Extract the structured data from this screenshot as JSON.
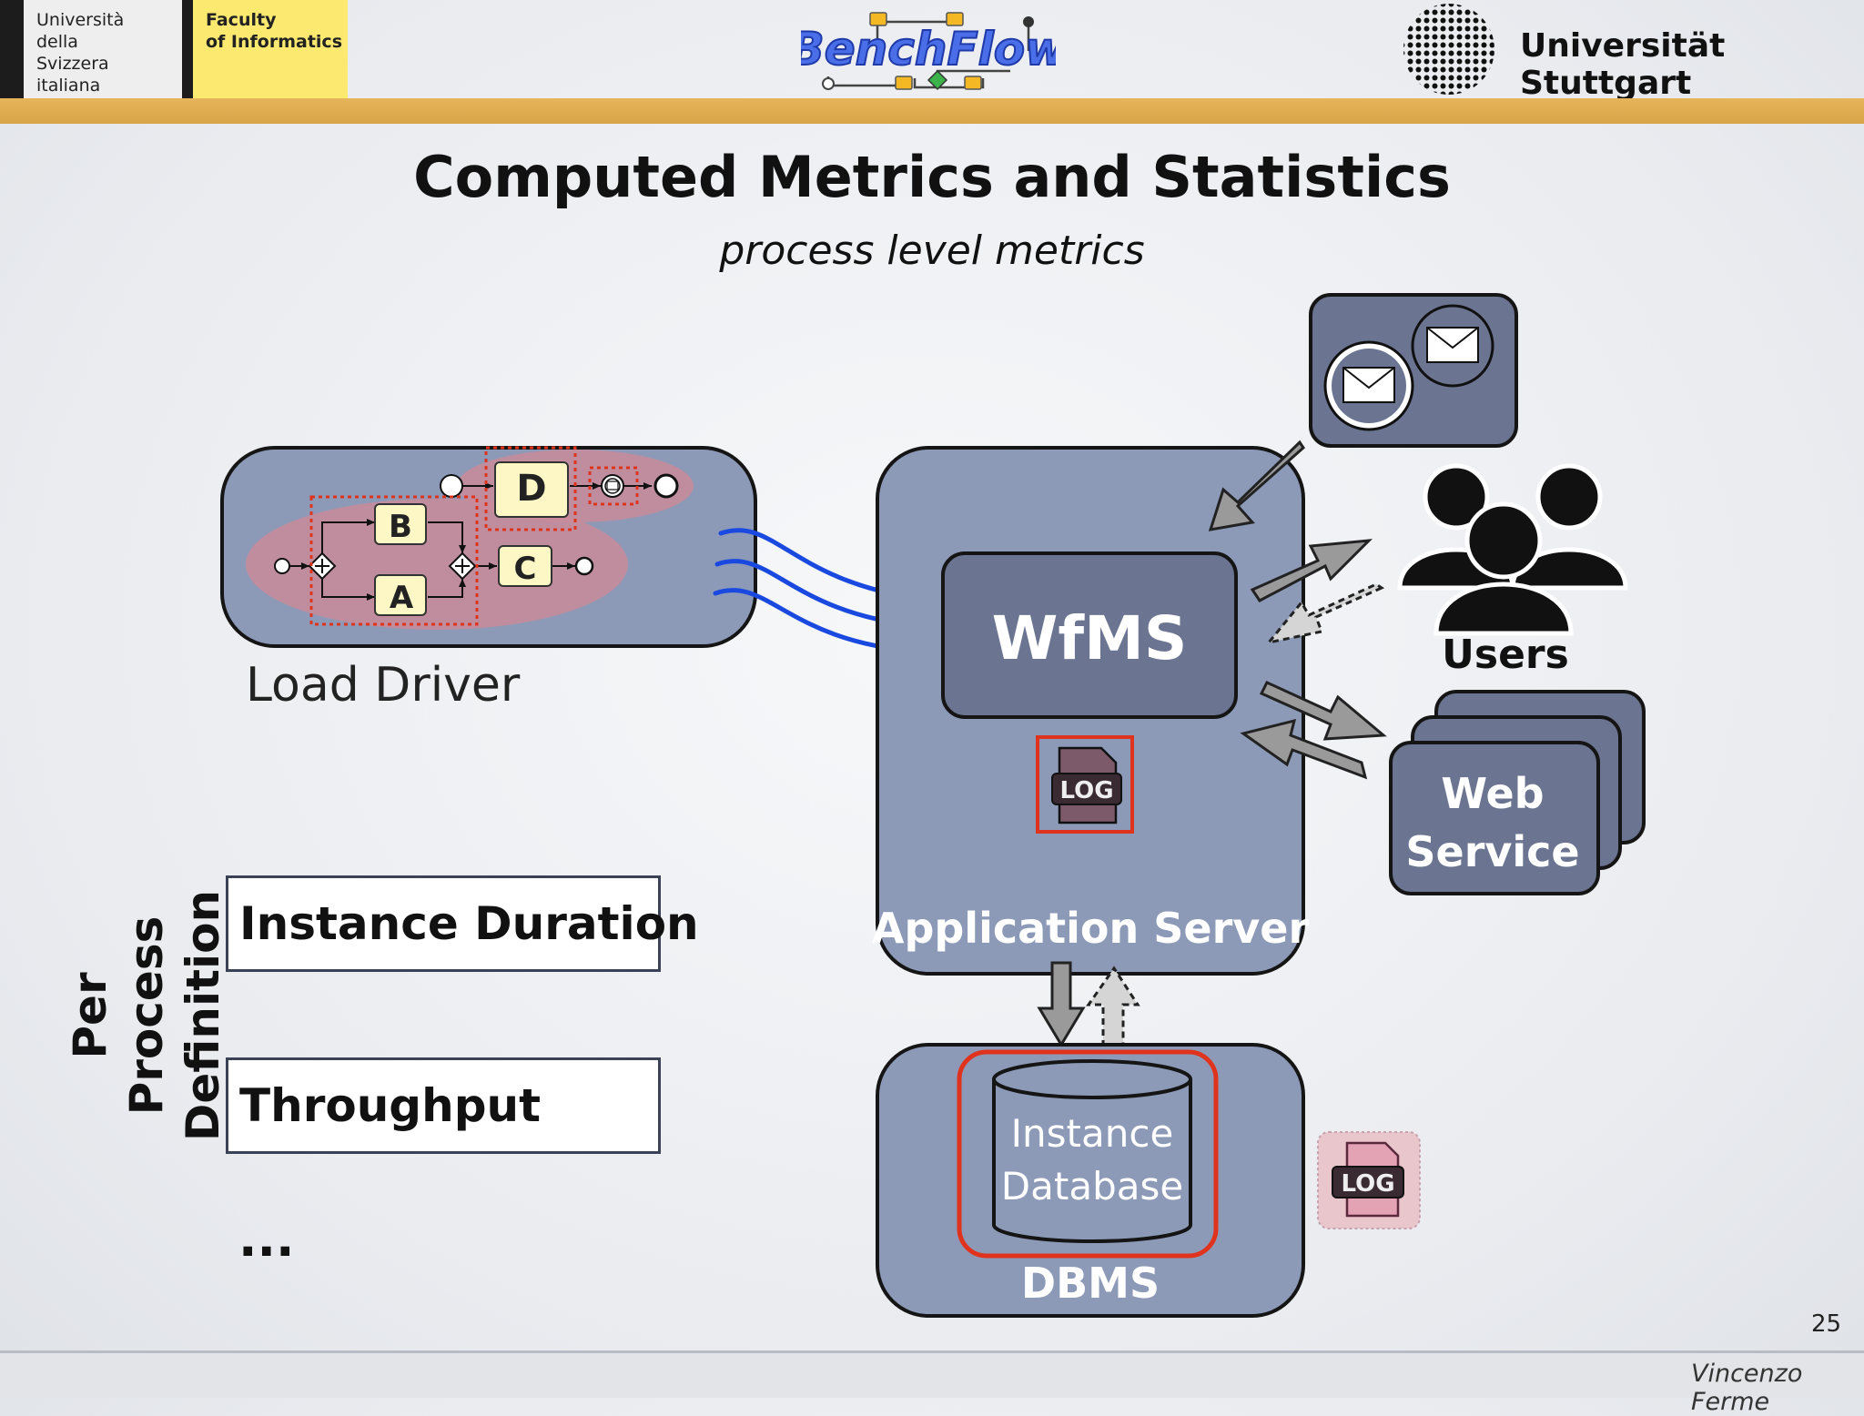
{
  "header": {
    "usi_name": "Università\ndella\nSvizzera\nitaliana",
    "faculty": "Faculty\nof Informatics",
    "benchflow_logo": "BenchFlow",
    "university": "Universität Stuttgart"
  },
  "slide": {
    "title": "Computed Metrics and Statistics",
    "subtitle": "process level metrics",
    "vertical_label": "Per Process\nDefinition",
    "metrics": [
      "Instance Duration",
      "Throughput"
    ],
    "ellipsis": "...",
    "page_number": "25"
  },
  "diagram": {
    "load_driver_label": "Load Driver",
    "tasks": [
      "B",
      "A",
      "C",
      "D"
    ],
    "wfms_label": "WfMS",
    "log_label": "LOG",
    "app_server_label": "Application Server",
    "users_label": "Users",
    "web_service_label": "Web\nService",
    "db_label_line1": "Instance",
    "db_label_line2": "Database",
    "dbms_label": "DBMS"
  },
  "footer": {
    "author": "Vincenzo Ferme"
  },
  "colors": {
    "gold_bar": "#dba84c",
    "usi_yellow": "#fcea70",
    "box_fill": "#8c9ab8",
    "box_dark": "#6b7591",
    "highlight_red": "#e0331e",
    "flow_blue": "#1a49e0"
  }
}
